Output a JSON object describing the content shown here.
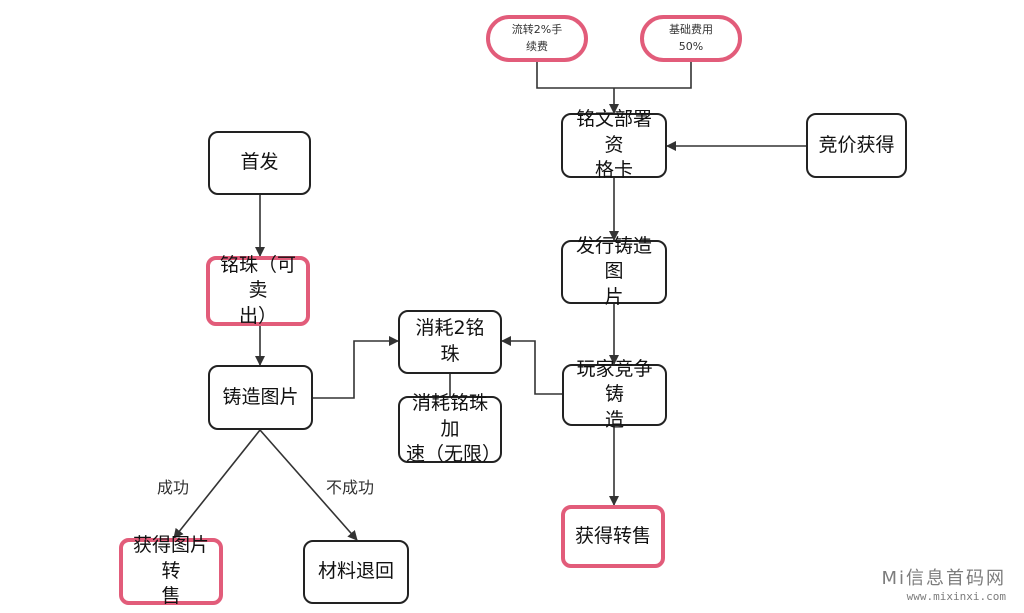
{
  "nodes": {
    "fee_pill": "流转2%手\n续费",
    "base_fee_pill": "基础费用\n50%",
    "card": "铭文部署资\n格卡",
    "bid": "竞价获得",
    "issue": "发行铸造图\n片",
    "compete": "玩家竞争铸\n造",
    "resale_right": "获得转售",
    "first_issue": "首发",
    "pearl": "铭珠（可卖\n出）",
    "mint": "铸造图片",
    "consume2": "消耗2铭珠",
    "accelerate": "消耗铭珠加\n速（无限）",
    "resale_left": "获得图片转\n售",
    "refund": "材料退回"
  },
  "edges": {
    "success": "成功",
    "fail": "不成功"
  },
  "colors": {
    "highlight_border": "#e25c7a",
    "node_border": "#222222",
    "line": "#333333"
  },
  "watermark": {
    "name": "Mi信息首码网",
    "url": "www.mixinxi.com"
  }
}
